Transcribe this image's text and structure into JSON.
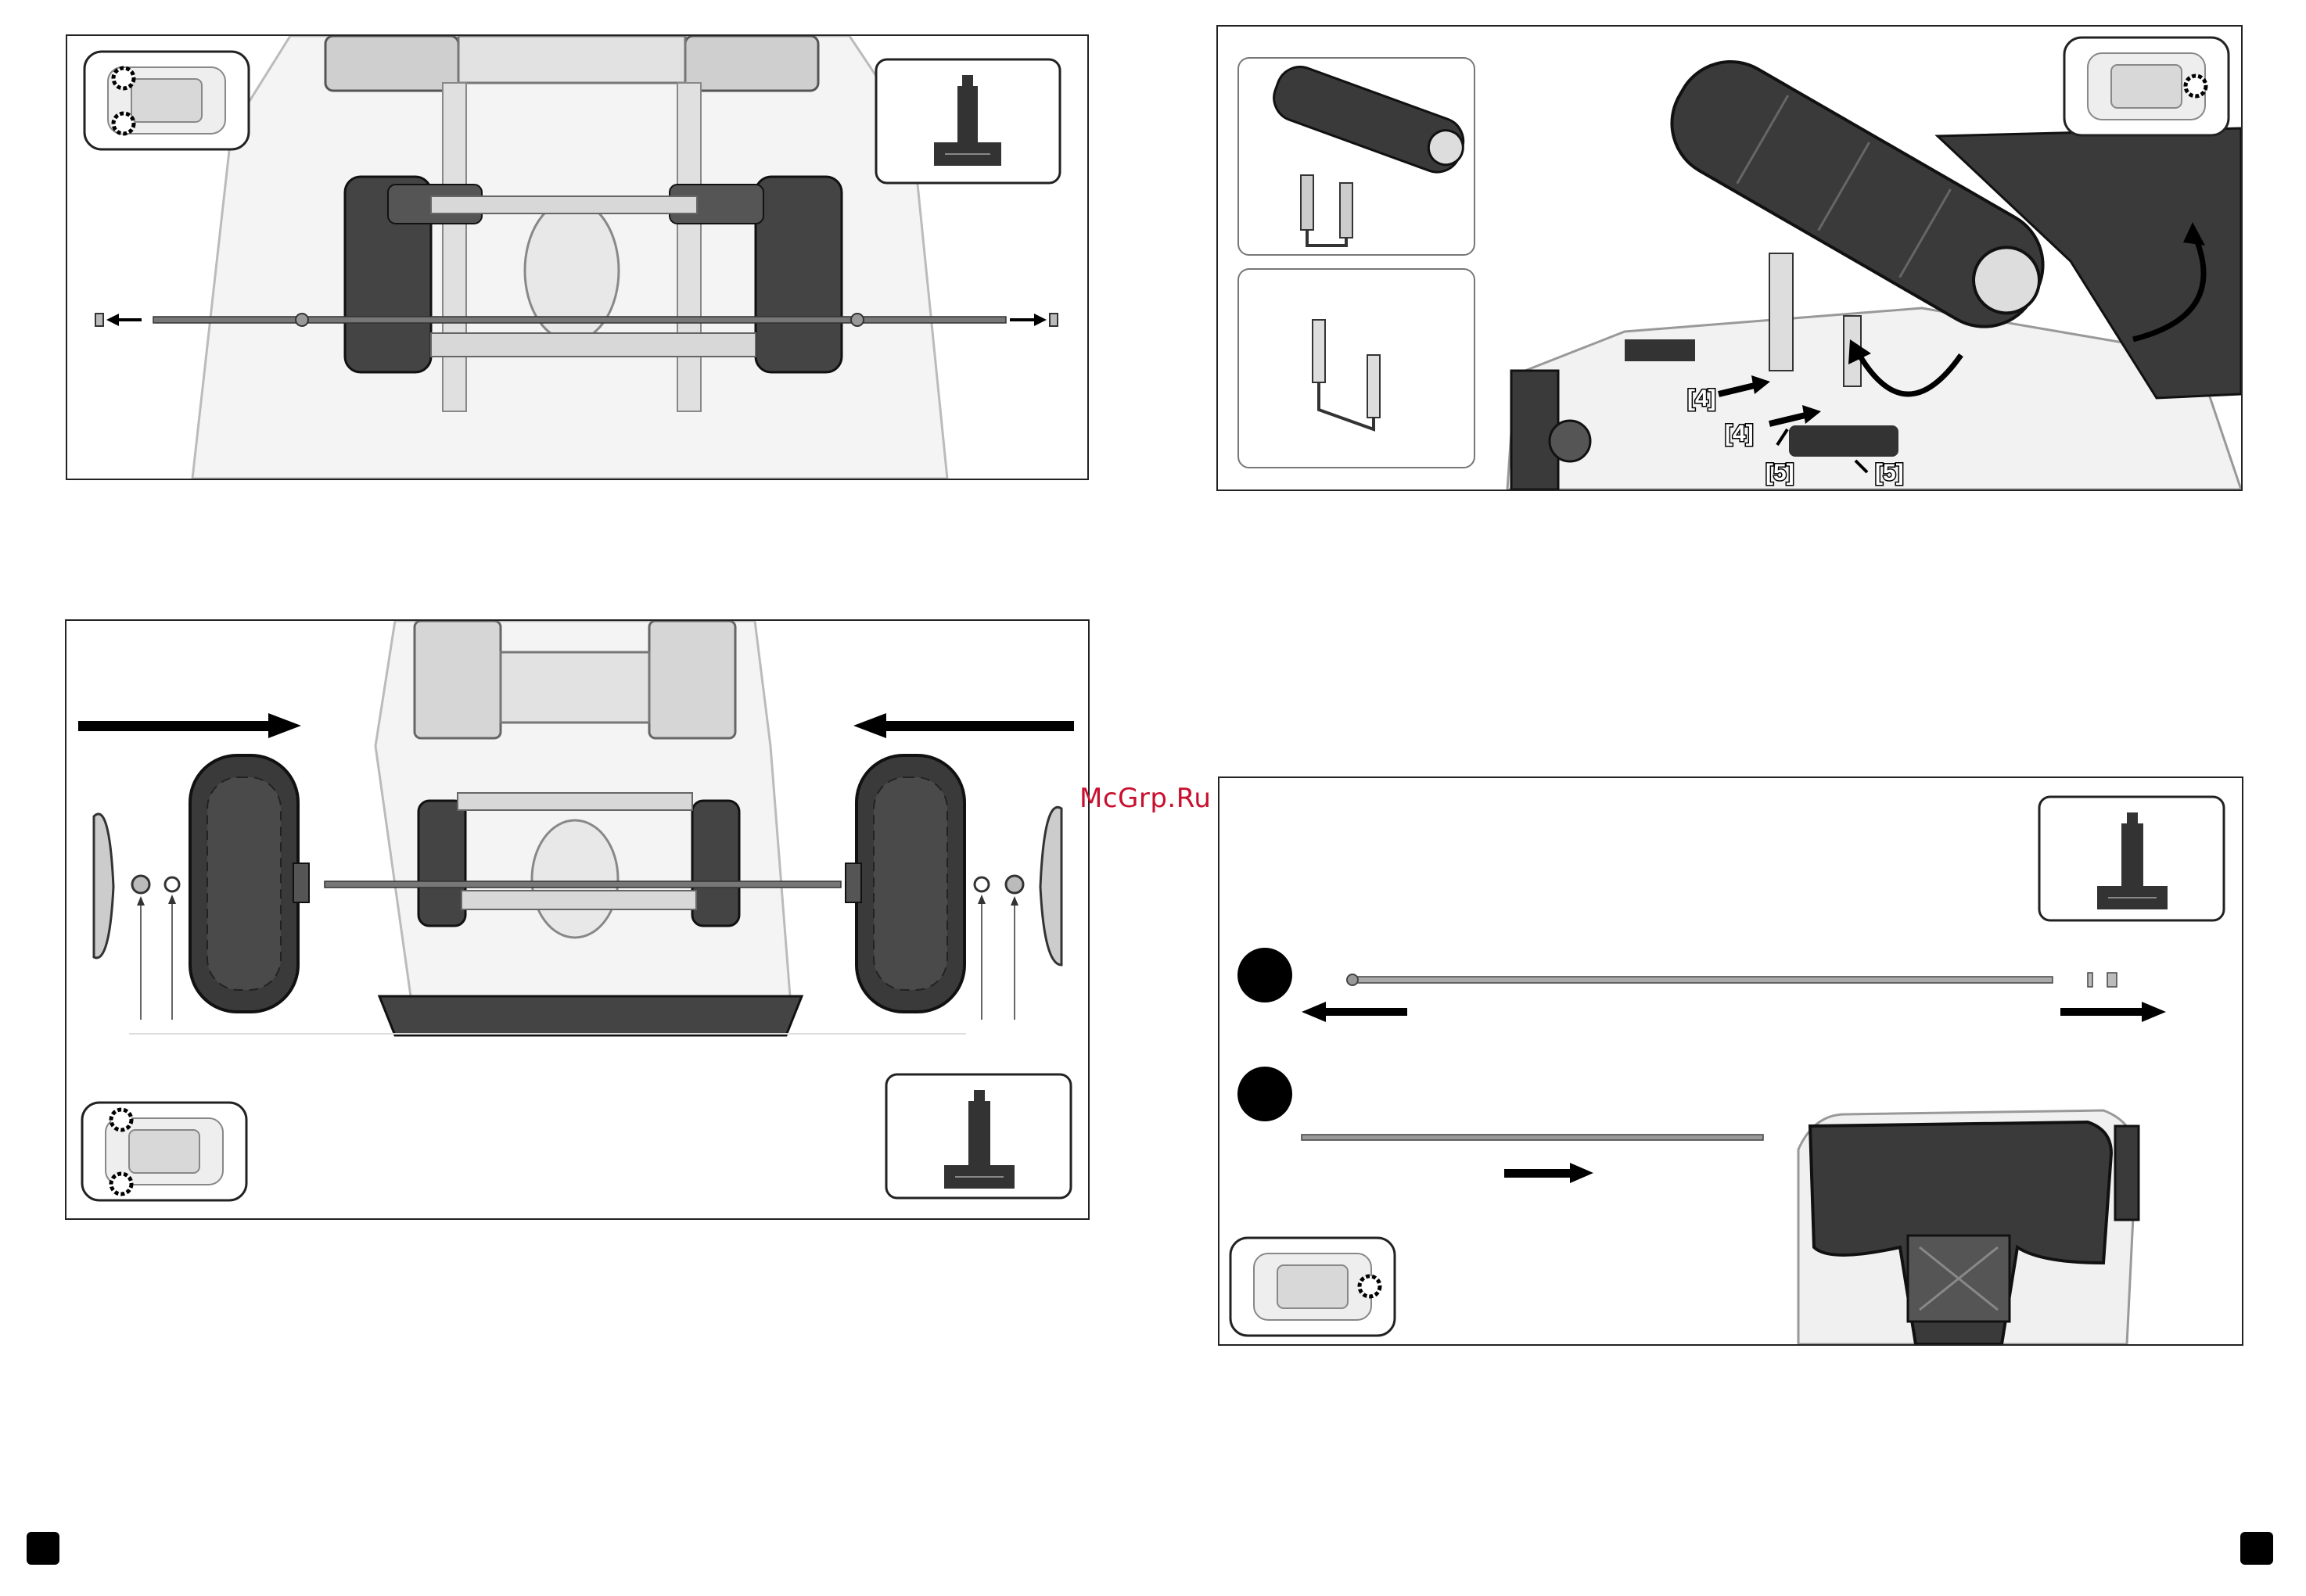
{
  "watermark": "McGrp.Ru",
  "callouts": [
    "[4]",
    "[4]",
    "[5]",
    "[5]"
  ],
  "colors": {
    "line": "#222222",
    "dark_part": "#3a3a3a",
    "light_part": "#e6e6e6",
    "watermark": "#c8102e"
  },
  "icons": [
    "vehicle-top-view-icon",
    "gear-icon",
    "t-wrench-tool-icon",
    "arrow-right-icon",
    "arrow-left-icon",
    "step-circle-icon"
  ]
}
